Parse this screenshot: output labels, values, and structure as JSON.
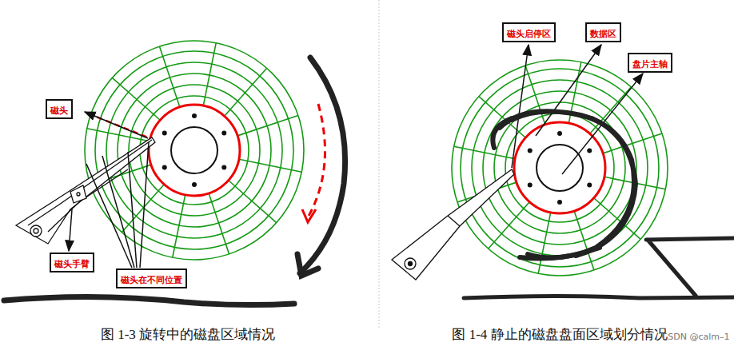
{
  "diagram": {
    "nodes": [
      {
        "text": [
          "磁头"
        ]
      },
      {
        "text": [
          "磁头手臂"
        ]
      },
      {
        "text": [
          "磁头在不同位置"
        ]
      },
      {
        "text": [
          "磁头启停区"
        ]
      },
      {
        "text": [
          "数据区"
        ]
      },
      {
        "text": [
          "盘片主轴"
        ]
      }
    ],
    "labels": [
      "图 1-3  旋转中的磁盘区域情况",
      "图 1-4  静止的磁盘盘面区域划分情况",
      "CSDN @calm–1"
    ]
  }
}
